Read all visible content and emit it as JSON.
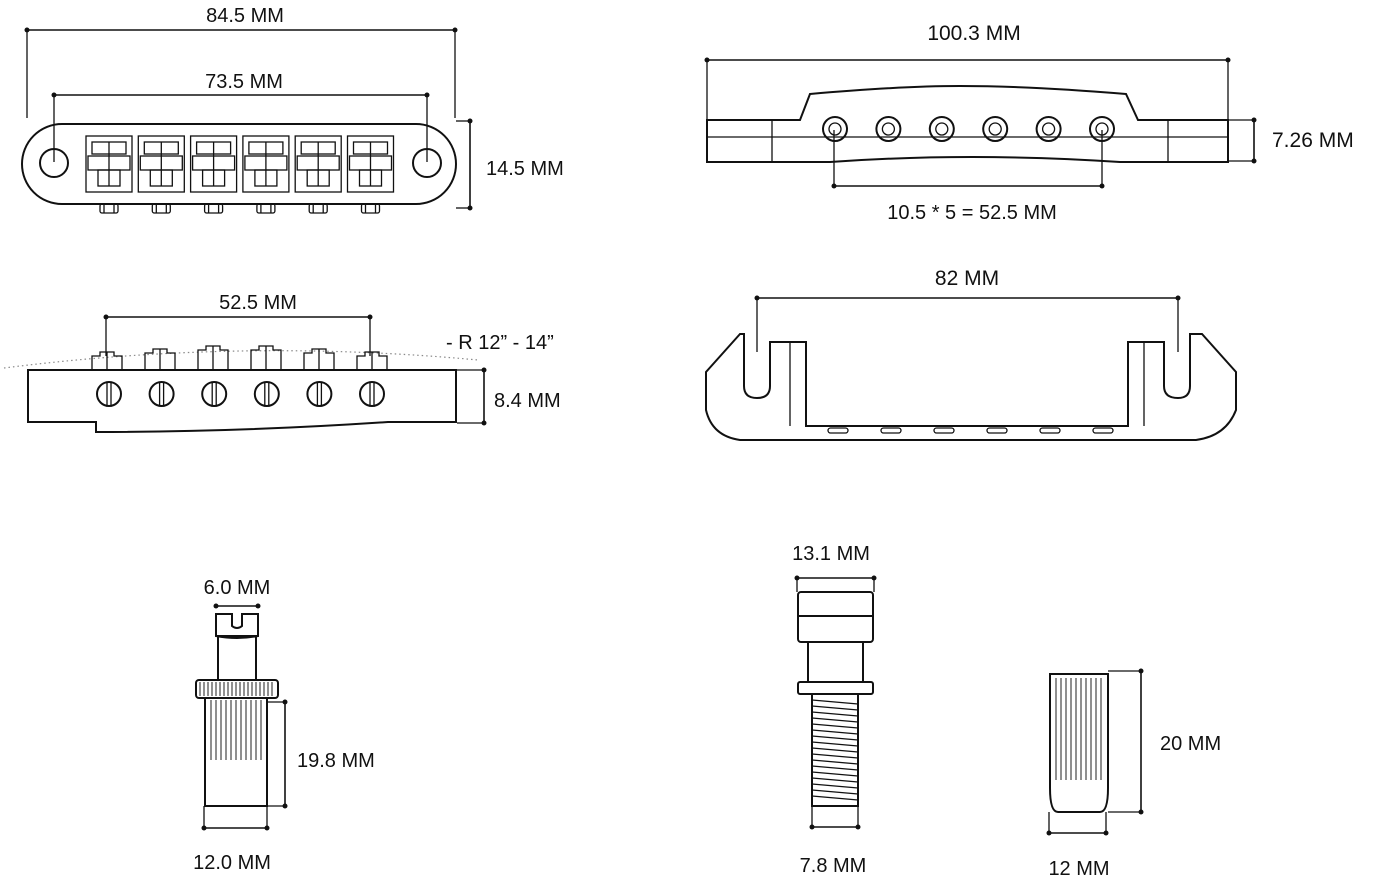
{
  "colors": {
    "line": "#111111",
    "background": "#ffffff",
    "radius_curve": "#8a8a8a"
  },
  "bridge_top": {
    "overall_length": "84.5 MM",
    "post_spacing": "73.5 MM",
    "height": "14.5 MM"
  },
  "bridge_side": {
    "string_spread": "52.5 MM",
    "radius": "- R 12” - 14”",
    "height": "8.4 MM"
  },
  "tailpiece_top": {
    "overall_length": "100.3 MM",
    "height": "7.26 MM",
    "hole_spacing": "10.5 * 5 = 52.5 MM"
  },
  "tailpiece_bottom": {
    "stud_spacing": "82 MM"
  },
  "bridge_post": {
    "top_width": "6.0 MM",
    "height": "19.8 MM",
    "base_width": "12.0 MM"
  },
  "tail_stud": {
    "head_width": "13.1 MM",
    "thread_width": "7.8 MM"
  },
  "anchor": {
    "height": "20 MM",
    "width": "12 MM"
  }
}
